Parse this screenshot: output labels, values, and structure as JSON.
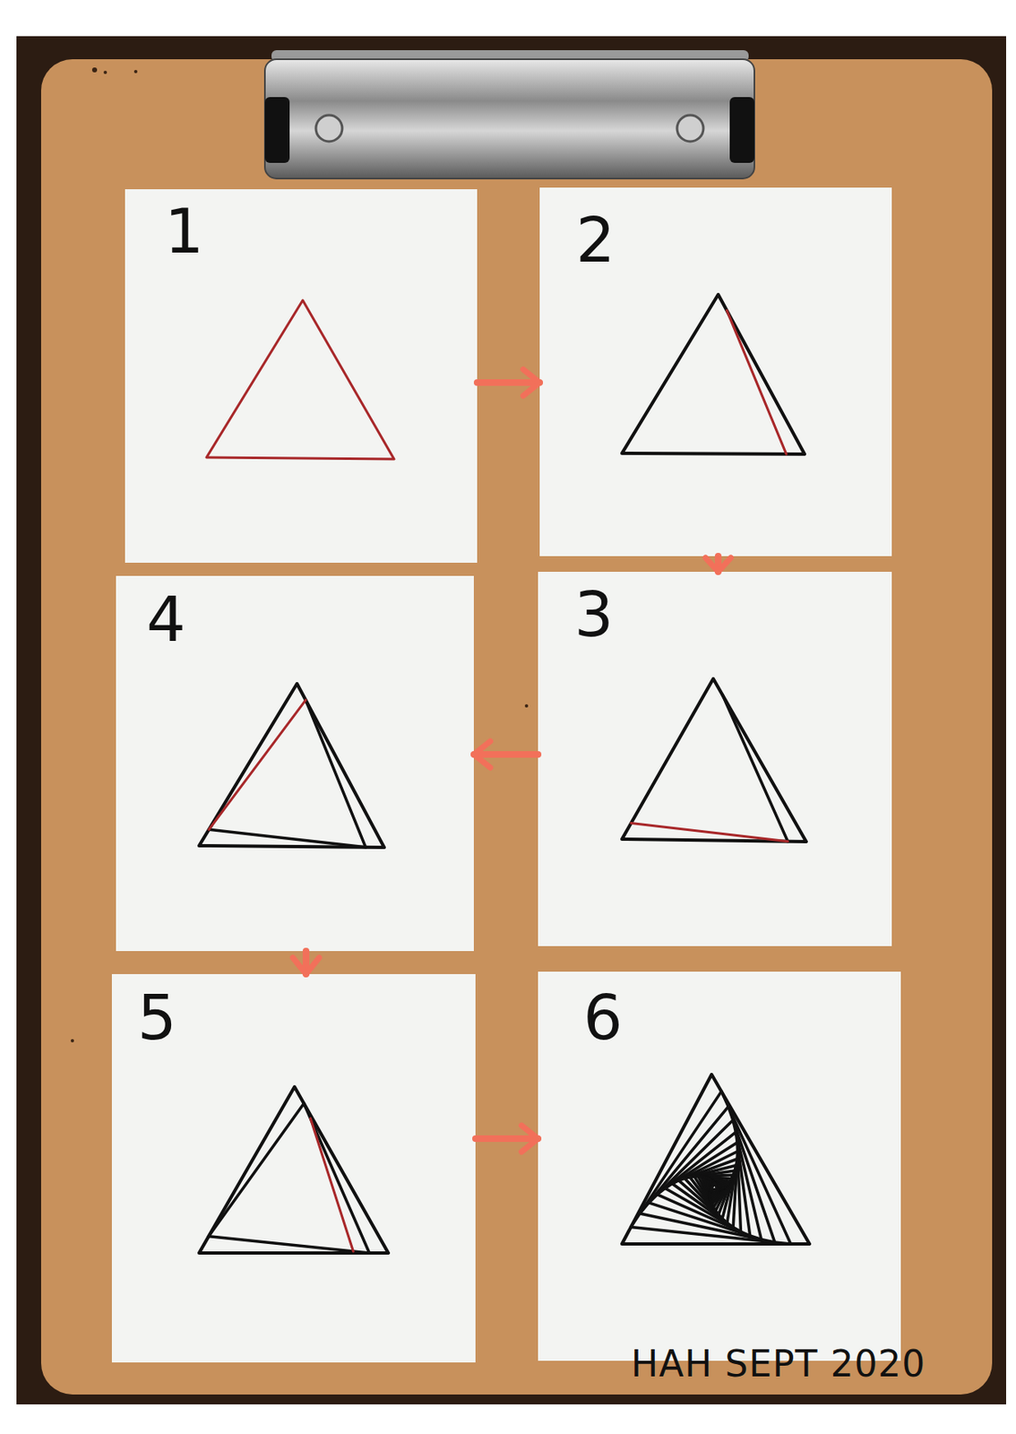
{
  "diagram": {
    "nodes": [
      {
        "text": [
          "1"
        ]
      },
      {
        "text": [
          "2"
        ]
      },
      {
        "text": [
          "3"
        ]
      },
      {
        "text": [
          "4"
        ]
      },
      {
        "text": [
          "5"
        ]
      },
      {
        "text": [
          "6"
        ]
      }
    ],
    "edges": [
      {
        "from": 0,
        "to": 1,
        "arrow": "to"
      },
      {
        "from": 1,
        "to": 2,
        "arrow": "to"
      },
      {
        "from": 2,
        "to": 3,
        "arrow": "to"
      },
      {
        "from": 3,
        "to": 4,
        "arrow": "to"
      },
      {
        "from": 4,
        "to": 5,
        "arrow": "to"
      }
    ],
    "labels": [
      "HAH SEPT 2020"
    ]
  }
}
